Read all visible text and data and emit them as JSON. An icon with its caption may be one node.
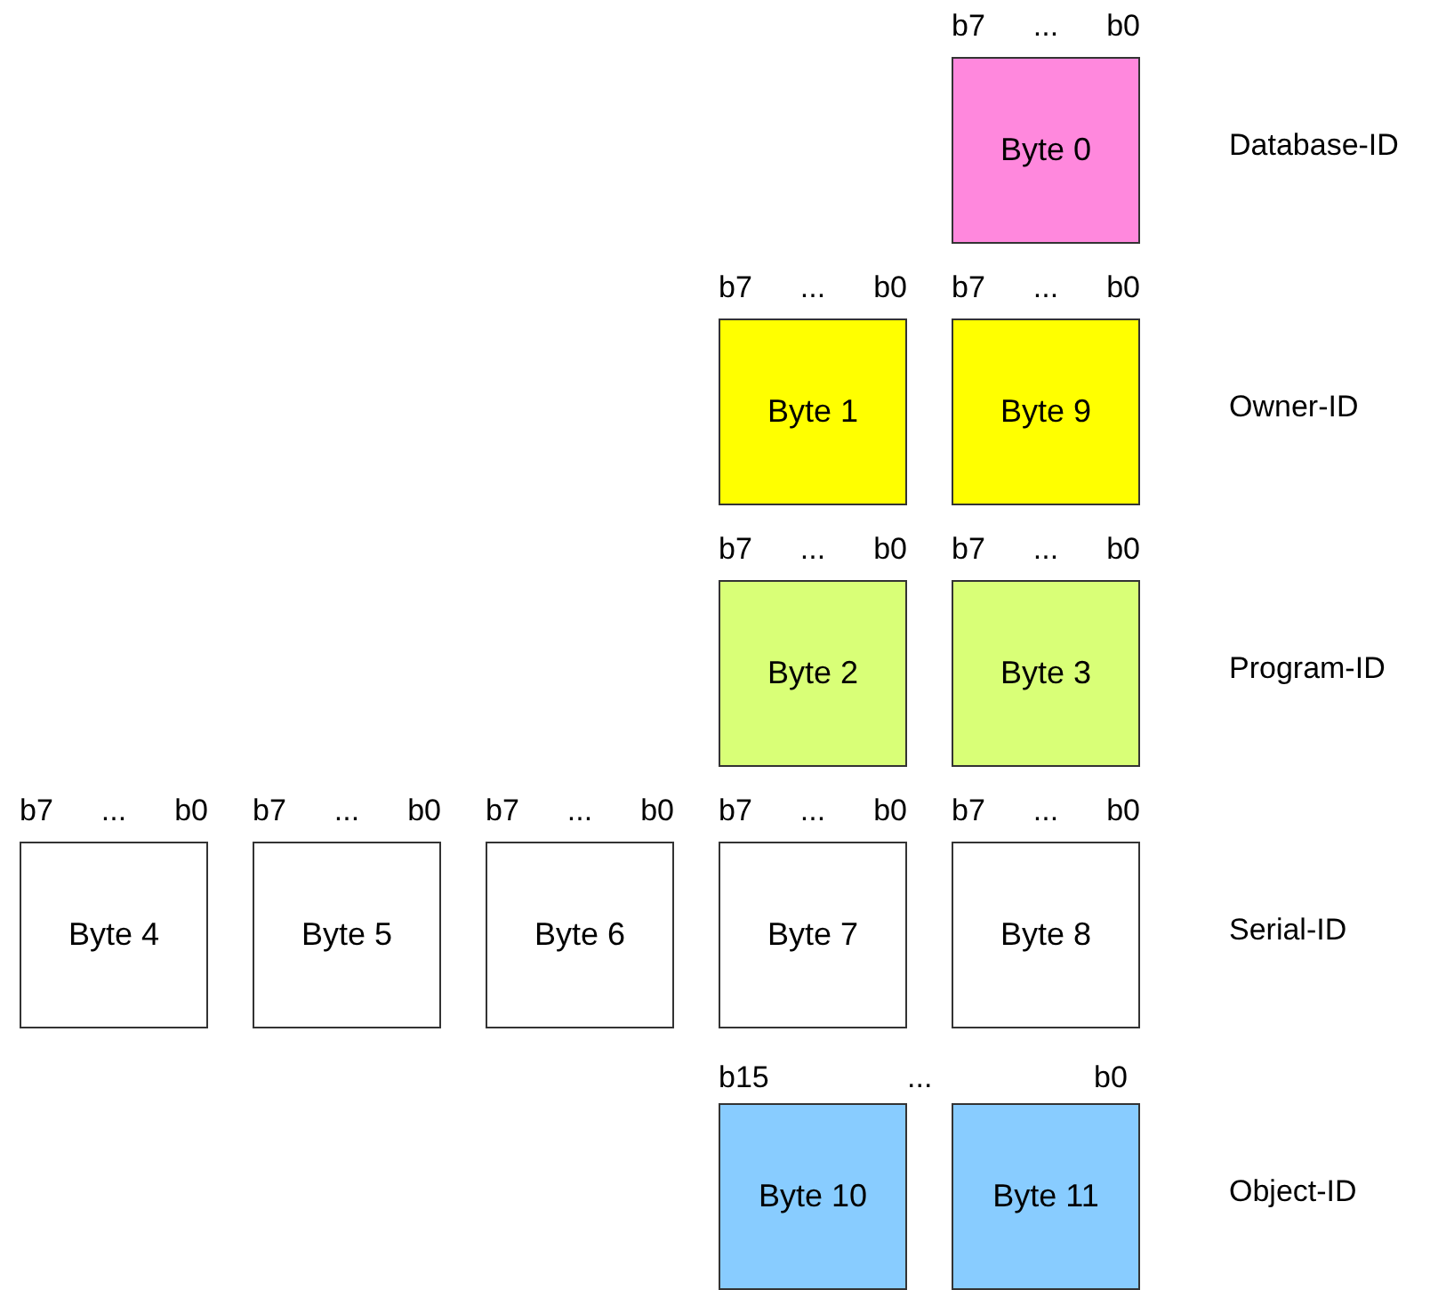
{
  "diagram": {
    "nodes": [
      {
        "text": [
          "Byte 0"
        ],
        "beside": [
          "b7",
          "...",
          "b0"
        ]
      },
      {
        "text": [
          "Byte 1"
        ],
        "beside": [
          "b7",
          "...",
          "b0"
        ]
      },
      {
        "text": [
          "Byte 9"
        ],
        "beside": [
          "b7",
          "...",
          "b0"
        ]
      },
      {
        "text": [
          "Byte 2"
        ],
        "beside": [
          "b7",
          "...",
          "b0"
        ]
      },
      {
        "text": [
          "Byte 3"
        ],
        "beside": [
          "b7",
          "...",
          "b0"
        ]
      },
      {
        "text": [
          "Byte 4"
        ],
        "beside": [
          "b7",
          "...",
          "b0"
        ]
      },
      {
        "text": [
          "Byte 5"
        ],
        "beside": [
          "b7",
          "...",
          "b0"
        ]
      },
      {
        "text": [
          "Byte 6"
        ],
        "beside": [
          "b7",
          "...",
          "b0"
        ]
      },
      {
        "text": [
          "Byte 7"
        ],
        "beside": [
          "b7",
          "...",
          "b0"
        ]
      },
      {
        "text": [
          "Byte 8"
        ],
        "beside": [
          "b7",
          "...",
          "b0"
        ]
      },
      {
        "text": [
          "Byte 10"
        ]
      },
      {
        "text": [
          "Byte 11"
        ]
      }
    ],
    "labels": [
      "Database-ID",
      "Owner-ID",
      "Program-ID",
      "Serial-ID",
      "b15",
      "...",
      "b0",
      "Object-ID"
    ]
  }
}
